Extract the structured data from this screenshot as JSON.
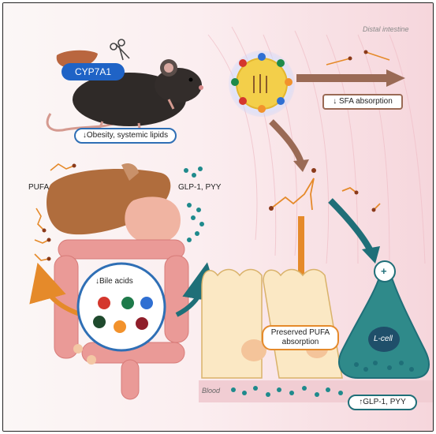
{
  "labels": {
    "distal_intestine": "Distal intestine",
    "cyp7a1": "CYP7A1",
    "obesity": "↓Obesity, systemic lipids",
    "pufa": "PUFA",
    "glp1_pyy": "GLP-1, PYY",
    "bile_acids": "↓Bile acids",
    "sfa_absorption": "↓ SFA absorption",
    "preserved_pufa_line1": "Preserved PUFA",
    "preserved_pufa_line2": "absorption",
    "l_cell": "L-cell",
    "l_cell_plus": "+",
    "blood": "Blood",
    "glp1_pyy_up": "↑GLP-1, PYY"
  },
  "icons": [
    "mouse-icon",
    "scissors-icon",
    "liver-icon",
    "gut-icon",
    "micelle-icon",
    "l-cell-icon"
  ],
  "colors": {
    "blue_accent": "#2f6fb5",
    "orange_arrow": "#e58a2a",
    "teal": "#1f6f78",
    "brown_arrow": "#9a6a55"
  }
}
